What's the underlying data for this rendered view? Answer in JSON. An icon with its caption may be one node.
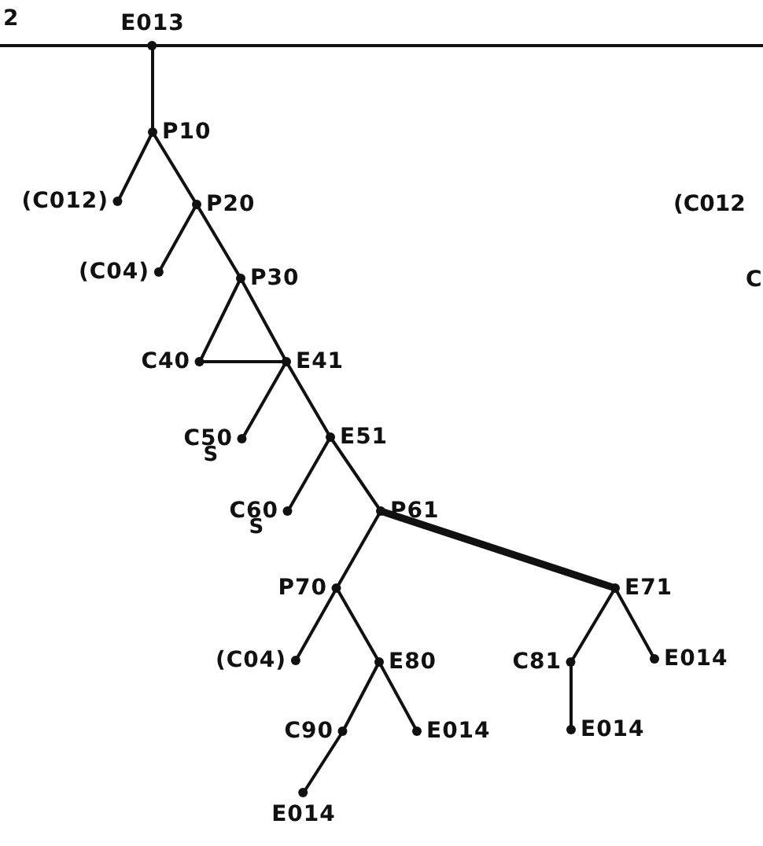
{
  "diagram": {
    "nodes": [
      {
        "text": [
          "E013"
        ]
      },
      {
        "text": [
          "P10"
        ]
      },
      {
        "text": [
          "(C012)"
        ]
      },
      {
        "text": [
          "P20"
        ]
      },
      {
        "text": [
          "(C04)"
        ]
      },
      {
        "text": [
          "P30"
        ]
      },
      {
        "text": [
          "C40"
        ]
      },
      {
        "text": [
          "E41"
        ]
      },
      {
        "text": [
          "C50"
        ],
        "beside": [
          "S"
        ]
      },
      {
        "text": [
          "E51"
        ]
      },
      {
        "text": [
          "C60"
        ],
        "beside": [
          "S"
        ]
      },
      {
        "text": [
          "P61"
        ]
      },
      {
        "text": [
          "P70"
        ]
      },
      {
        "text": [
          "E71"
        ]
      },
      {
        "text": [
          "(C04)"
        ]
      },
      {
        "text": [
          "E80"
        ]
      },
      {
        "text": [
          "C81"
        ]
      },
      {
        "text": [
          "E014"
        ]
      },
      {
        "text": [
          "C90"
        ]
      },
      {
        "text": [
          "E014"
        ]
      },
      {
        "text": [
          "E014"
        ]
      },
      {
        "text": [
          "E014"
        ]
      }
    ],
    "edges": [
      {
        "from": null,
        "to": 0,
        "arrow": "none"
      },
      {
        "from": null,
        "to": 0,
        "arrow": "none"
      },
      {
        "from": 0,
        "to": 1,
        "arrow": "none"
      },
      {
        "from": 1,
        "to": 2,
        "arrow": "none"
      },
      {
        "from": 1,
        "to": 3,
        "arrow": "none"
      },
      {
        "from": 3,
        "to": 4,
        "arrow": "none"
      },
      {
        "from": 3,
        "to": 5,
        "arrow": "none"
      },
      {
        "from": 5,
        "to": 6,
        "arrow": "none"
      },
      {
        "from": 5,
        "to": 7,
        "arrow": "none"
      },
      {
        "from": 6,
        "to": 7,
        "arrow": "none"
      },
      {
        "from": 7,
        "to": 8,
        "arrow": "none"
      },
      {
        "from": 7,
        "to": 9,
        "arrow": "none"
      },
      {
        "from": 9,
        "to": 10,
        "arrow": "none"
      },
      {
        "from": 9,
        "to": 11,
        "arrow": "none"
      },
      {
        "from": 11,
        "to": 12,
        "arrow": "none"
      },
      {
        "from": 11,
        "to": 13,
        "arrow": "none",
        "style": "thick"
      },
      {
        "from": 12,
        "to": 14,
        "arrow": "none"
      },
      {
        "from": 12,
        "to": 15,
        "arrow": "none"
      },
      {
        "from": 15,
        "to": 18,
        "arrow": "none"
      },
      {
        "from": 15,
        "to": 19,
        "arrow": "none"
      },
      {
        "from": 13,
        "to": 16,
        "arrow": "none"
      },
      {
        "from": 13,
        "to": 17,
        "arrow": "none"
      },
      {
        "from": 16,
        "to": 20,
        "arrow": "none"
      },
      {
        "from": 18,
        "to": 21,
        "arrow": "none"
      }
    ],
    "labels": [
      "2",
      "(C012",
      "C"
    ]
  }
}
